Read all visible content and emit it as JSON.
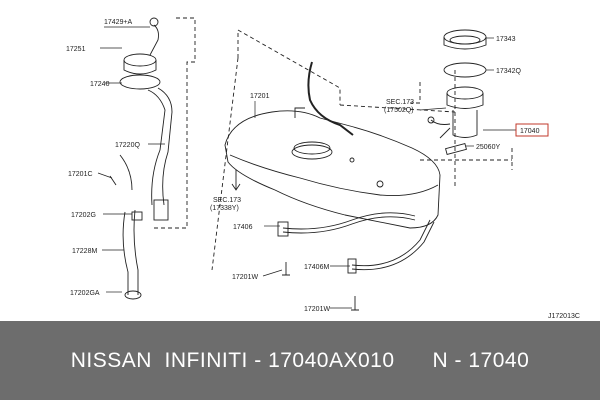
{
  "labels": {
    "p17429A": "17429+A",
    "p17251": "17251",
    "p17240": "17240",
    "p17220Q": "17220Q",
    "p17201C": "17201C",
    "p17202G": "17202G",
    "p17228M": "17228M",
    "p17202GA": "17202GA",
    "p17201": "17201",
    "sec173a": "SEC.173",
    "sec173a_ref": "(17338Y)",
    "p17406": "17406",
    "p17201W_a": "17201W",
    "p17406M": "17406M",
    "p17201W_b": "17201W",
    "p17343": "17343",
    "p17342Q": "17342Q",
    "sec173b": "SEC.173",
    "sec173b_ref": "(17502Q)",
    "p17040": "17040",
    "p25060Y": "25060Y",
    "diagram_code": "J172013C"
  },
  "footer": {
    "brand": "NISSAN  INFINITI",
    "separator1": " - ",
    "part_number": "17040AX010",
    "spacer": "      ",
    "prefix": "N",
    "separator2": " - ",
    "short_number": "17040"
  },
  "colors": {
    "highlight": "#c0392b",
    "footer_bg": "#6d6d6d",
    "line": "#222222"
  }
}
